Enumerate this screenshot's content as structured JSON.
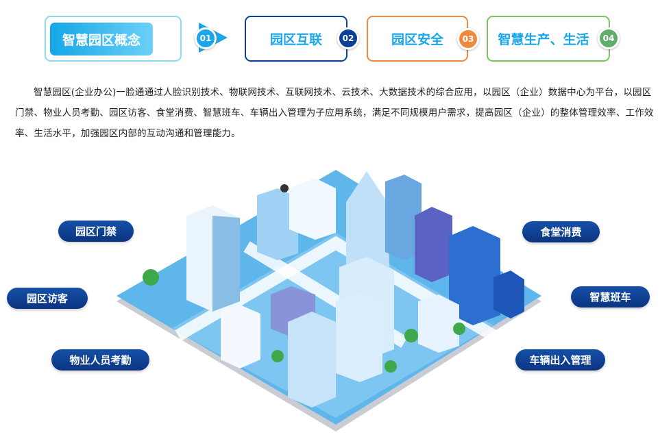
{
  "tabs": [
    {
      "label": "智慧园区概念",
      "num": "01"
    },
    {
      "label": "园区互联",
      "num": "02"
    },
    {
      "label": "园区安全",
      "num": "03"
    },
    {
      "label": "智慧生产、生活",
      "num": "04"
    }
  ],
  "intro": "智慧园区(企业办公)一脸通通过人脸识别技术、物联网技术、互联网技术、云技术、大数据技术的综合应用，以园区（企业）数据中心为平台，以园区门禁、物业人员考勤、园区访客、食堂消费、智慧班车、车辆出入管理为子应用系统，满足不同规模用户需求，提高园区（企业）的整体管理效率、工作效率、生活水平，加强园区内部的互动沟通和管理能力。",
  "features": {
    "left": [
      "园区门禁",
      "园区访客",
      "物业人员考勤"
    ],
    "right": [
      "食堂消费",
      "智慧班车",
      "车辆出入管理"
    ]
  },
  "colors": {
    "tab1": "#14a6e6",
    "tab2": "#0d3f96",
    "tab3": "#f0883e",
    "tab4": "#7cc06a",
    "pill": "#0a347f"
  }
}
